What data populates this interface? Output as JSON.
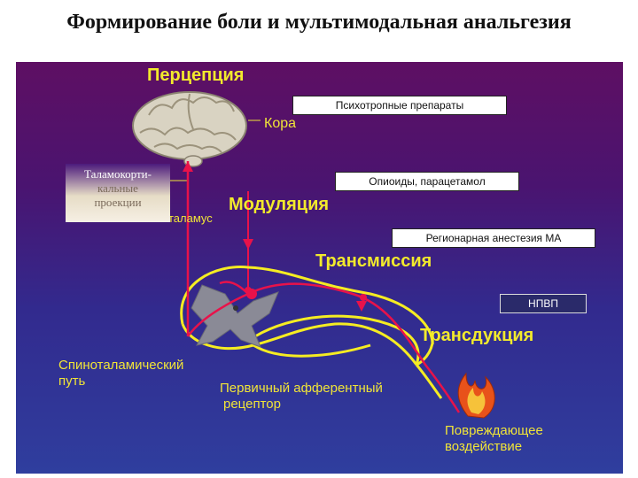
{
  "title": "Формирование боли и мультимодальная анальгезия",
  "stages": {
    "perception": "Перцепция",
    "modulation": "Модуляция",
    "transmission": "Трансмиссия",
    "transduction": "Трансдукция"
  },
  "labels": {
    "cortex": "Кора",
    "thalamus": "таламус",
    "thalamocortical_line1": "Таламокорти-",
    "thalamocortical_line2": "кальные",
    "thalamocortical_line3": "проекции",
    "spinothalamic_line1": "Спиноталамический",
    "spinothalamic_line2": "путь",
    "afferent_line1": "Первичный афферентный",
    "afferent_line2": "рецептор",
    "damage_line1": "Повреждающее",
    "damage_line2": "воздействие"
  },
  "drugs": {
    "psychotropic": "Психотропные препараты",
    "opioids": "Опиоиды, парацетамол",
    "regional": "Регионарная анестезия МА",
    "nsaid": "НПВП"
  },
  "colors": {
    "stage_text": "#f2ea2c",
    "pathway": "#e8124a",
    "nerve_outline": "#f5ec22",
    "spinal_gray": "#8a8a96",
    "background_top": "#5e0f63",
    "background_bottom": "#2f3e9e"
  },
  "icons": [
    "brain-icon",
    "spinal-cord-icon",
    "flame-icon"
  ]
}
